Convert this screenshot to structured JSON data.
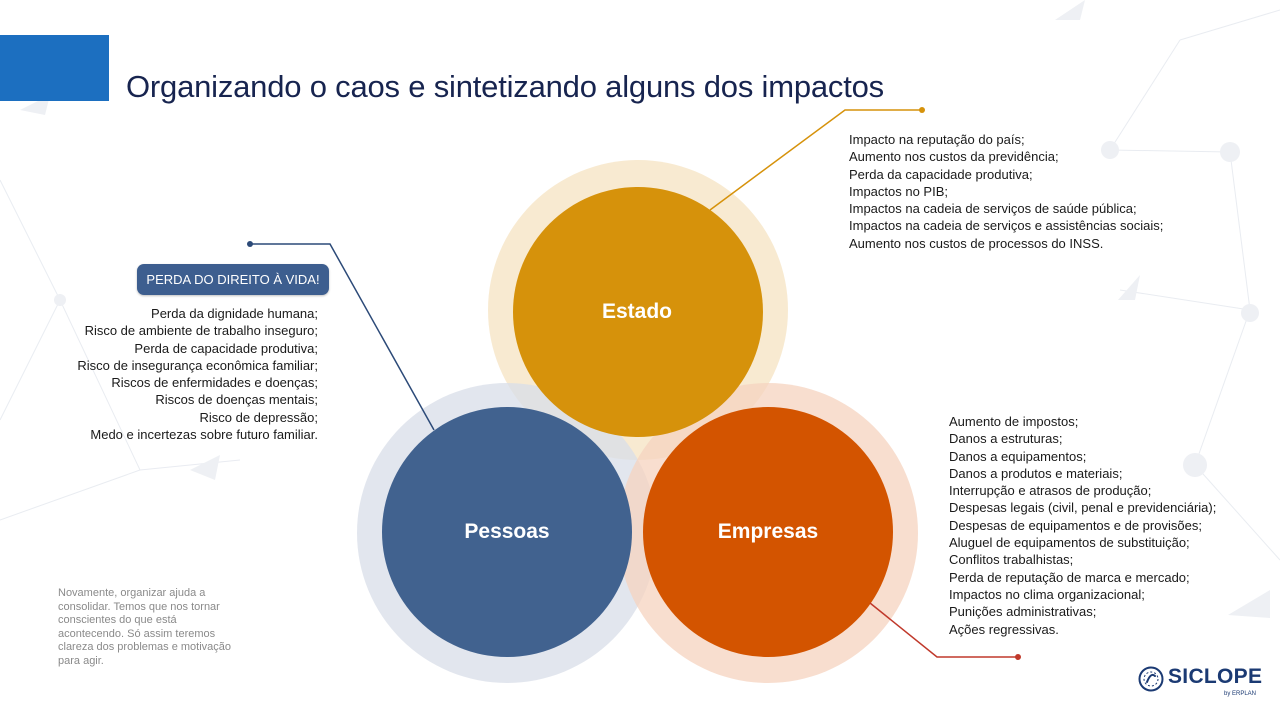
{
  "title": "Organizando o caos e sintetizando alguns dos impactos",
  "colors": {
    "accent": "#1c6fc0",
    "estado": "#d6920b",
    "pessoas": "#41628f",
    "empresas": "#d35400",
    "badge": "#3d5e8f"
  },
  "circles": {
    "estado": "Estado",
    "pessoas": "Pessoas",
    "empresas": "Empresas"
  },
  "badge": "PERDA DO DIREITO À VIDA!",
  "pessoas_impacts": [
    "Perda da dignidade humana;",
    "Risco de ambiente de trabalho inseguro;",
    "Perda de capacidade produtiva;",
    "Risco de insegurança econômica familiar;",
    "Riscos de enfermidades e doenças;",
    "Riscos de doenças mentais;",
    "Risco de depressão;",
    "Medo e incertezas sobre futuro familiar."
  ],
  "estado_impacts": [
    "Impacto na reputação do país;",
    "Aumento nos custos da previdência;",
    "Perda da capacidade produtiva;",
    "Impactos no PIB;",
    "Impactos na cadeia de serviços de saúde pública;",
    "Impactos na cadeia de serviços e assistências sociais;",
    "Aumento nos custos de processos do INSS."
  ],
  "empresas_impacts": [
    "Aumento de impostos;",
    "Danos a estruturas;",
    "Danos a equipamentos;",
    "Danos a produtos e materiais;",
    "Interrupção e atrasos de produção;",
    "Despesas legais (civil, penal e previdenciária);",
    "Despesas de equipamentos e de provisões;",
    "Aluguel de equipamentos de substituição;",
    "Conflitos trabalhistas;",
    "Perda de reputação de marca e mercado;",
    "Impactos no clima organizacional;",
    "Punições administrativas;",
    "Ações regressivas."
  ],
  "note": "Novamente, organizar ajuda a consolidar. Temos que nos tornar conscientes do que está acontecendo. Só assim teremos clareza dos problemas e motivação para agir.",
  "logo": {
    "name": "SICLOPE",
    "sub": "by ERPLAN",
    "icon": "siclope-logo-icon"
  }
}
